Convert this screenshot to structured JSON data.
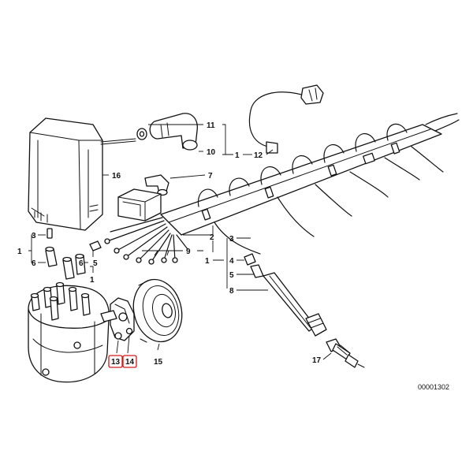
{
  "diagram": {
    "labels": {
      "l1_left": "1",
      "l3_left": "3",
      "l6_left": "6",
      "l5_mid": "5",
      "l6_mid": "6",
      "l1_mid": "1",
      "l11": "11",
      "l10": "10",
      "l1_top": "1",
      "l12": "12",
      "l7": "7",
      "l16": "16",
      "l2": "2",
      "l9": "9",
      "l1_right": "1",
      "l3_right": "3",
      "l4": "4",
      "l5_right": "5",
      "l8": "8",
      "l13": "13",
      "l14": "14",
      "l15": "15",
      "l17": "17"
    },
    "highlighted": [
      "13",
      "14"
    ],
    "highlight_color": "#d11a1a",
    "code": "00001302"
  }
}
